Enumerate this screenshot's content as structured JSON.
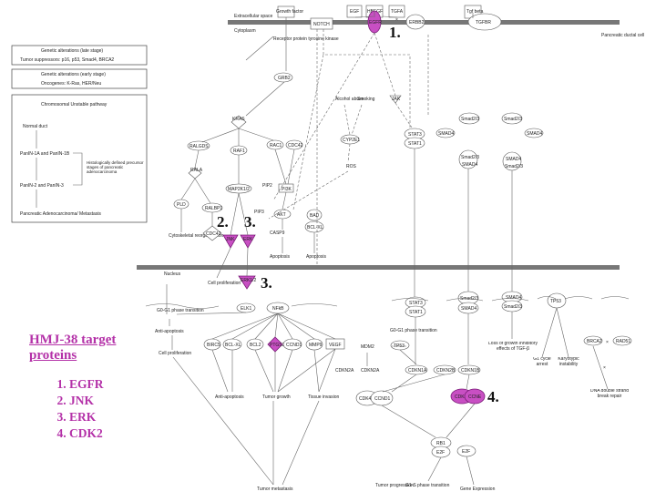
{
  "compartments": {
    "extracellular": "Extracellular space",
    "cytoplasm": "Cytoplasm",
    "nucleus": "Nucleus",
    "cell": "Pancreatic ductal cell"
  },
  "info_boxes": {
    "late_title": "Genetic alterations (late stage)",
    "late_body": "Tumor suppressors: p16, p53, Smad4, BRCA2",
    "early_title": "Genetic alterations (early stage)",
    "early_body": "Oncogenes: K-Ras, HER/Neu",
    "progression": {
      "title": "Chromosomal Unstable pathway",
      "steps": [
        "Normal duct",
        "PanIN-1A and PanIN-1B",
        "PanIN-2 and PanIN-3",
        "Pancreatic Adenocarcinoma/ Metastasis"
      ],
      "note": "Histologically defined precursor stages of pancreatic adenocarcinoma"
    }
  },
  "nodes": {
    "growth_factor": "Growth factor",
    "egf": "EGF",
    "hbegf": "HBEGF",
    "tgfa": "TGFA",
    "tgf_beta": "Tgf beta",
    "receptor_kinase": "Receptor protein tyrosine kinase",
    "notch": "NOTCH",
    "egfr": "EGFR",
    "erbb2": "ERBB2",
    "tgfbr": "TGFBR",
    "grb2": "GRB2",
    "alcohol": "Alcohol abuse",
    "smoking": "Smoking",
    "jak": "JAK",
    "cyp2e1": "CYP2E1",
    "ros": "ROS",
    "stat3": "STAT3",
    "stat1": "STAT1",
    "smad23": "Smad2/3",
    "smad4": "SMAD4",
    "kras": "KRAS",
    "ralgds": "RALGDS",
    "raf1": "RAF1",
    "rac1": "RAC1",
    "cdc42": "CDC42",
    "rala": "RALA",
    "mapk": "MAP2K1/2",
    "pi3k": "PI3K",
    "pip2": "PIP2",
    "pip3": "PIP3",
    "akt": "AKT",
    "bad": "BAD",
    "bclxl": "BCL-XL",
    "casp9": "CASP9",
    "apoptosis": "Apoptosis",
    "pld": "PLD",
    "ralbp1": "RALBP1",
    "cytoskeletal": "Cytoskeletal reorganization",
    "cdc42b": "CDC42",
    "jnk": "JNK",
    "erk": "ERK",
    "erk12": "ERK1/2",
    "cell_prolif": "Cell proliferation",
    "elk1": "ELK1",
    "nfkb": "NFkB",
    "g0g1": "G0-G1 phase transition",
    "anti_apoptosis": "Anti-apoptosis",
    "birc5": "BIRC5",
    "bclxl2": "BCL-XL",
    "bcl2": "BCL2",
    "ptgs2": "PTGS2",
    "ccnd1": "CCND1",
    "mmp9": "MMP9",
    "vegf": "VEGF",
    "tumor_growth": "Tumor growth",
    "tissue_invasion": "Tissue invasion",
    "tumor_metastasis": "Tumor metastasis",
    "tumor_progression": "Tumor progression",
    "g1s": "G1-S phase transition",
    "gene_expression": "Gene Expression",
    "mdm2": "MDM2",
    "tp53": "TP53",
    "cdkn2a": "CDKN2A",
    "cdkn1a": "CDKN1A",
    "cdkn2b": "CDKN2B",
    "cdkn1b": "CDKN1B",
    "cdk4": "CDK4/6",
    "ccnd": "CCND1",
    "cdk2": "CDK2",
    "ccne": "CCNE",
    "rb1": "RB1",
    "e2f": "E2F",
    "loss_growth": "Loss of growth inhibitory effects of TGF-β",
    "g1_arrest": "G1 cycle arrest",
    "karyotypic": "Karyotypic instability",
    "brca2": "BRCA2",
    "rad51": "RAD51",
    "dna_repair": "DNA double strand break repair",
    "cell_prolif2": "Cell proliferation"
  },
  "markers": {
    "m1": "1.",
    "m2": "2.",
    "m3a": "3.",
    "m3b": "3.",
    "m4": "4."
  },
  "legend": {
    "title": "HMJ-38 target proteins",
    "items": [
      "EGFR",
      "JNK",
      "ERK",
      "CDK2"
    ]
  },
  "colors": {
    "highlight": "#c84fc3",
    "legend_text": "#b431a8",
    "membrane": "#777777"
  }
}
